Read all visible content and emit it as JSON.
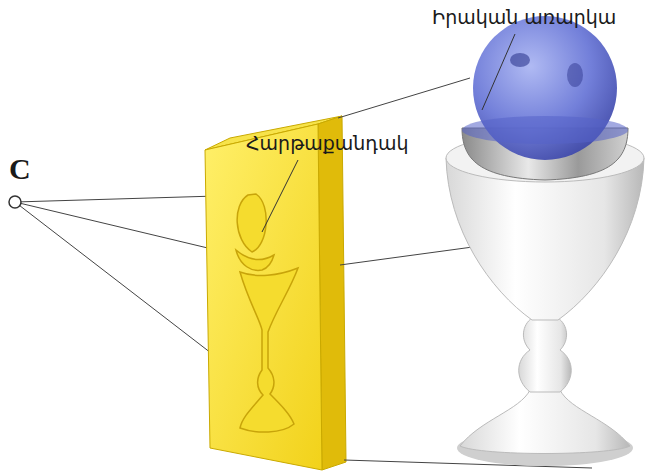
{
  "diagram": {
    "labels": [
      "Իրական առարկա",
      "Հարթաքանդակ",
      "C"
    ]
  }
}
